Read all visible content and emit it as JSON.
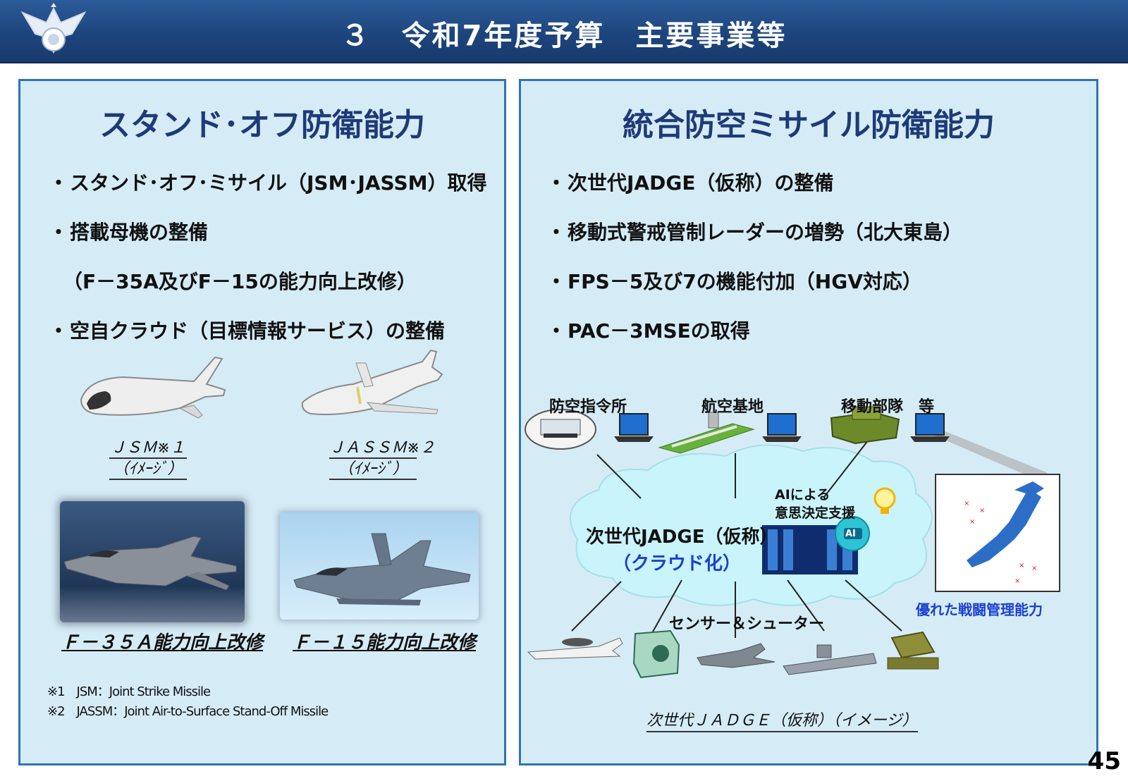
{
  "header": {
    "title": "３　令和7年度予算　主要事業等",
    "page_number": "45"
  },
  "left_panel": {
    "title": "スタンド･オフ防衛能力",
    "bullets": [
      "スタンド･オフ･ミサイル（JSM･JASSM）取得",
      "搭載母機の整備",
      "（F－35A及びF－15の能力向上改修）",
      "空自クラウド（目標情報サービス）の整備"
    ],
    "bullet_marker": "・",
    "images": {
      "jsm_caption": "ＪＳＭ※１",
      "jsm_sub": "（ｲﾒｰｼﾞ）",
      "jassm_caption": "ＪＡＳＳＭ※２",
      "jassm_sub": "（ｲﾒｰｼﾞ）",
      "f35_caption": "Ｆ－３５Ａ能力向上改修",
      "f15_caption": "Ｆ－１５能力向上改修"
    },
    "notes": [
      "※1　JSM：Joint Strike Missile",
      "※2　JASSM：Joint Air-to-Surface Stand-Off Missile"
    ]
  },
  "right_panel": {
    "title": "統合防空ミサイル防衛能力",
    "bullets": [
      "次世代JADGE（仮称）の整備",
      "移動式警戒管制レーダーの増勢（北大東島）",
      "FPS－5及び7の機能付加（HGV対応）",
      "PAC－3MSEの取得"
    ],
    "diagram": {
      "nodes_top": [
        "防空指令所",
        "航空基地",
        "移動部隊　等"
      ],
      "cloud_title": "次世代JADGE（仮称）",
      "cloud_sub": "（クラウド化）",
      "ai_label_line1": "AIによる",
      "ai_label_line2": "意思決定支援",
      "ai_badge": "AI",
      "sensor_label": "センサー＆シューター",
      "map_caption": "優れた戦闘管理能力",
      "caption": "次世代ＪＡＤＧＥ（仮称）（イメージ）"
    }
  }
}
